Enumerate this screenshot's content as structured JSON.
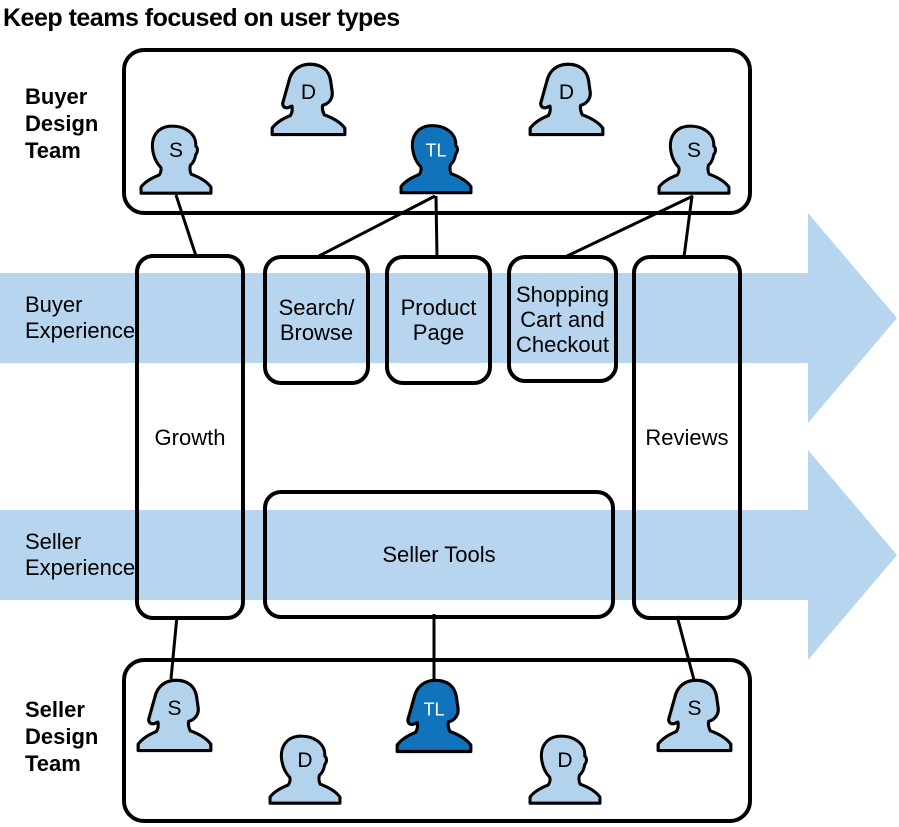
{
  "title": "Keep teams focused on user types",
  "colors": {
    "band_light_blue": "#b7d5ee",
    "icon_light_blue": "#b3d2ec",
    "lead_dark_blue": "#1273bd",
    "outline_black": "#000000"
  },
  "buyer_team": {
    "label_lines": [
      "Buyer",
      "Design",
      "Team"
    ],
    "members": [
      {
        "role": "S"
      },
      {
        "role": "D"
      },
      {
        "role": "TL"
      },
      {
        "role": "D"
      },
      {
        "role": "S"
      }
    ]
  },
  "seller_team": {
    "label_lines": [
      "Seller",
      "Design",
      "Team"
    ],
    "members": [
      {
        "role": "S"
      },
      {
        "role": "D"
      },
      {
        "role": "TL"
      },
      {
        "role": "D"
      },
      {
        "role": "S"
      }
    ]
  },
  "buyer_experience": {
    "label_lines": [
      "Buyer",
      "Experience"
    ]
  },
  "seller_experience": {
    "label_lines": [
      "Seller",
      "Experience"
    ]
  },
  "feature_boxes": {
    "growth": "Growth",
    "search_browse_lines": [
      "Search/",
      "Browse"
    ],
    "product_page_lines": [
      "Product",
      "Page"
    ],
    "shopping_cart_lines": [
      "Shopping",
      "Cart and",
      "Checkout"
    ],
    "reviews": "Reviews",
    "seller_tools": "Seller Tools"
  }
}
